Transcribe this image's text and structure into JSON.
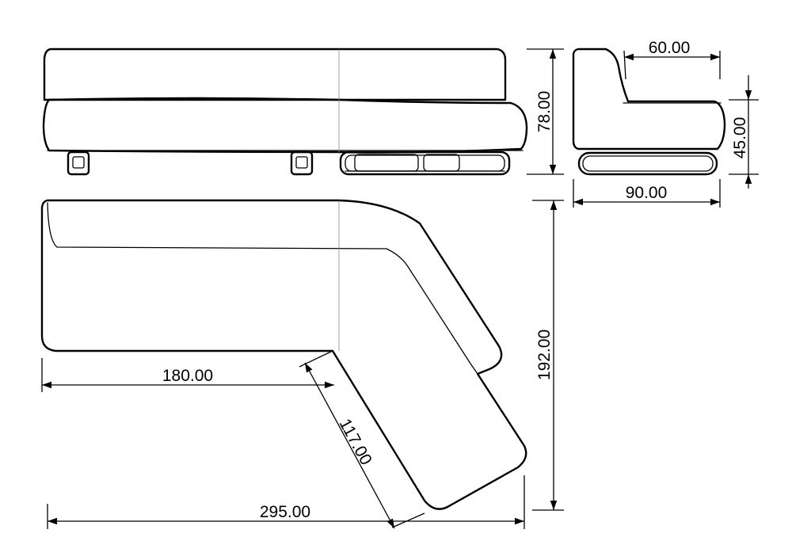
{
  "colors": {
    "line": "#000000",
    "seam": "#8a8a8a",
    "background": "#ffffff"
  },
  "dimensions": {
    "back_depth": "60.00",
    "overall_height": "78.00",
    "seat_height": "45.00",
    "side_depth": "90.00",
    "overall_depth": "192.00",
    "straight_section_width": "180.00",
    "angled_section_length": "117.00",
    "overall_width": "295.00"
  }
}
